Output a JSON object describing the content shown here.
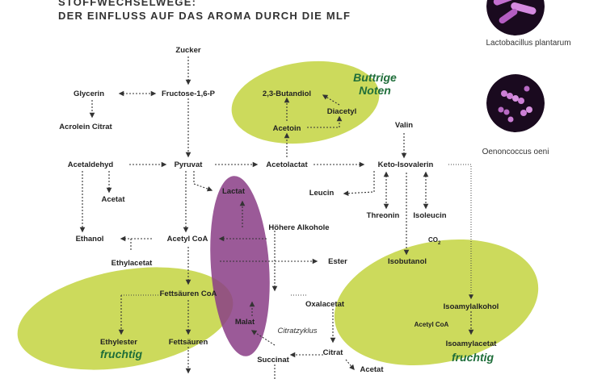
{
  "title": {
    "line1": "STOFFWECHSELWEGE:",
    "line2": "DER EINFLUSS AUF DAS AROMA DURCH DIE MLF"
  },
  "images": [
    {
      "caption": "Lactobacillus plantarum"
    },
    {
      "caption": "Oenoncoccus oeni"
    }
  ],
  "colors": {
    "green_blob": "#c6d64a",
    "purple_blob": "#8a3d86",
    "note_text": "#1f6e3a",
    "microbe_dark": "#1a0a1f",
    "microbe_light": "#cc7fd6"
  },
  "notes": {
    "buttrige_1": "Buttrige",
    "buttrige_2": "Noten",
    "fruchtig_left": "fruchtig",
    "fruchtig_right": "fruchtig"
  },
  "nodes": {
    "zucker": "Zucker",
    "glycerin": "Glycerin",
    "fructose": "Fructose-1,6-P",
    "acrolein": "Acrolein Citrat",
    "butandiol": "2,3-Butandiol",
    "diacetyl": "Diacetyl",
    "acetoin": "Acetoin",
    "valin": "Valin",
    "acetaldehyd": "Acetaldehyd",
    "pyruvat": "Pyruvat",
    "acetolactat": "Acetolactat",
    "ketoisovalerin": "Keto-Isovalerin",
    "acetat1": "Acetat",
    "lactat": "Lactat",
    "leucin": "Leucin",
    "threonin": "Threonin",
    "isoleucin": "Isoleucin",
    "ethanol": "Ethanol",
    "acetylcoa": "Acetyl CoA",
    "hoehere": "Höhere Alkohole",
    "co2": "CO",
    "co2_sub": "2",
    "ethylacetat": "Ethylacetat",
    "ester": "Ester",
    "isobutanol": "Isobutanol",
    "fettsaeurencoa": "Fettsäuren CoA",
    "oxalacetat": "Oxalacetat",
    "isoamylalkohol": "Isoamylalkohol",
    "malat": "Malat",
    "citratzyklus": "Citratzyklus",
    "acetylcoa_sm": "Acetyl CoA",
    "ethylester": "Ethylester",
    "fettsaeuren": "Fettsäuren",
    "isoamylacetat": "Isoamylacetat",
    "succinat": "Succinat",
    "citrat": "Citrat",
    "acetat2": "Acetat"
  }
}
